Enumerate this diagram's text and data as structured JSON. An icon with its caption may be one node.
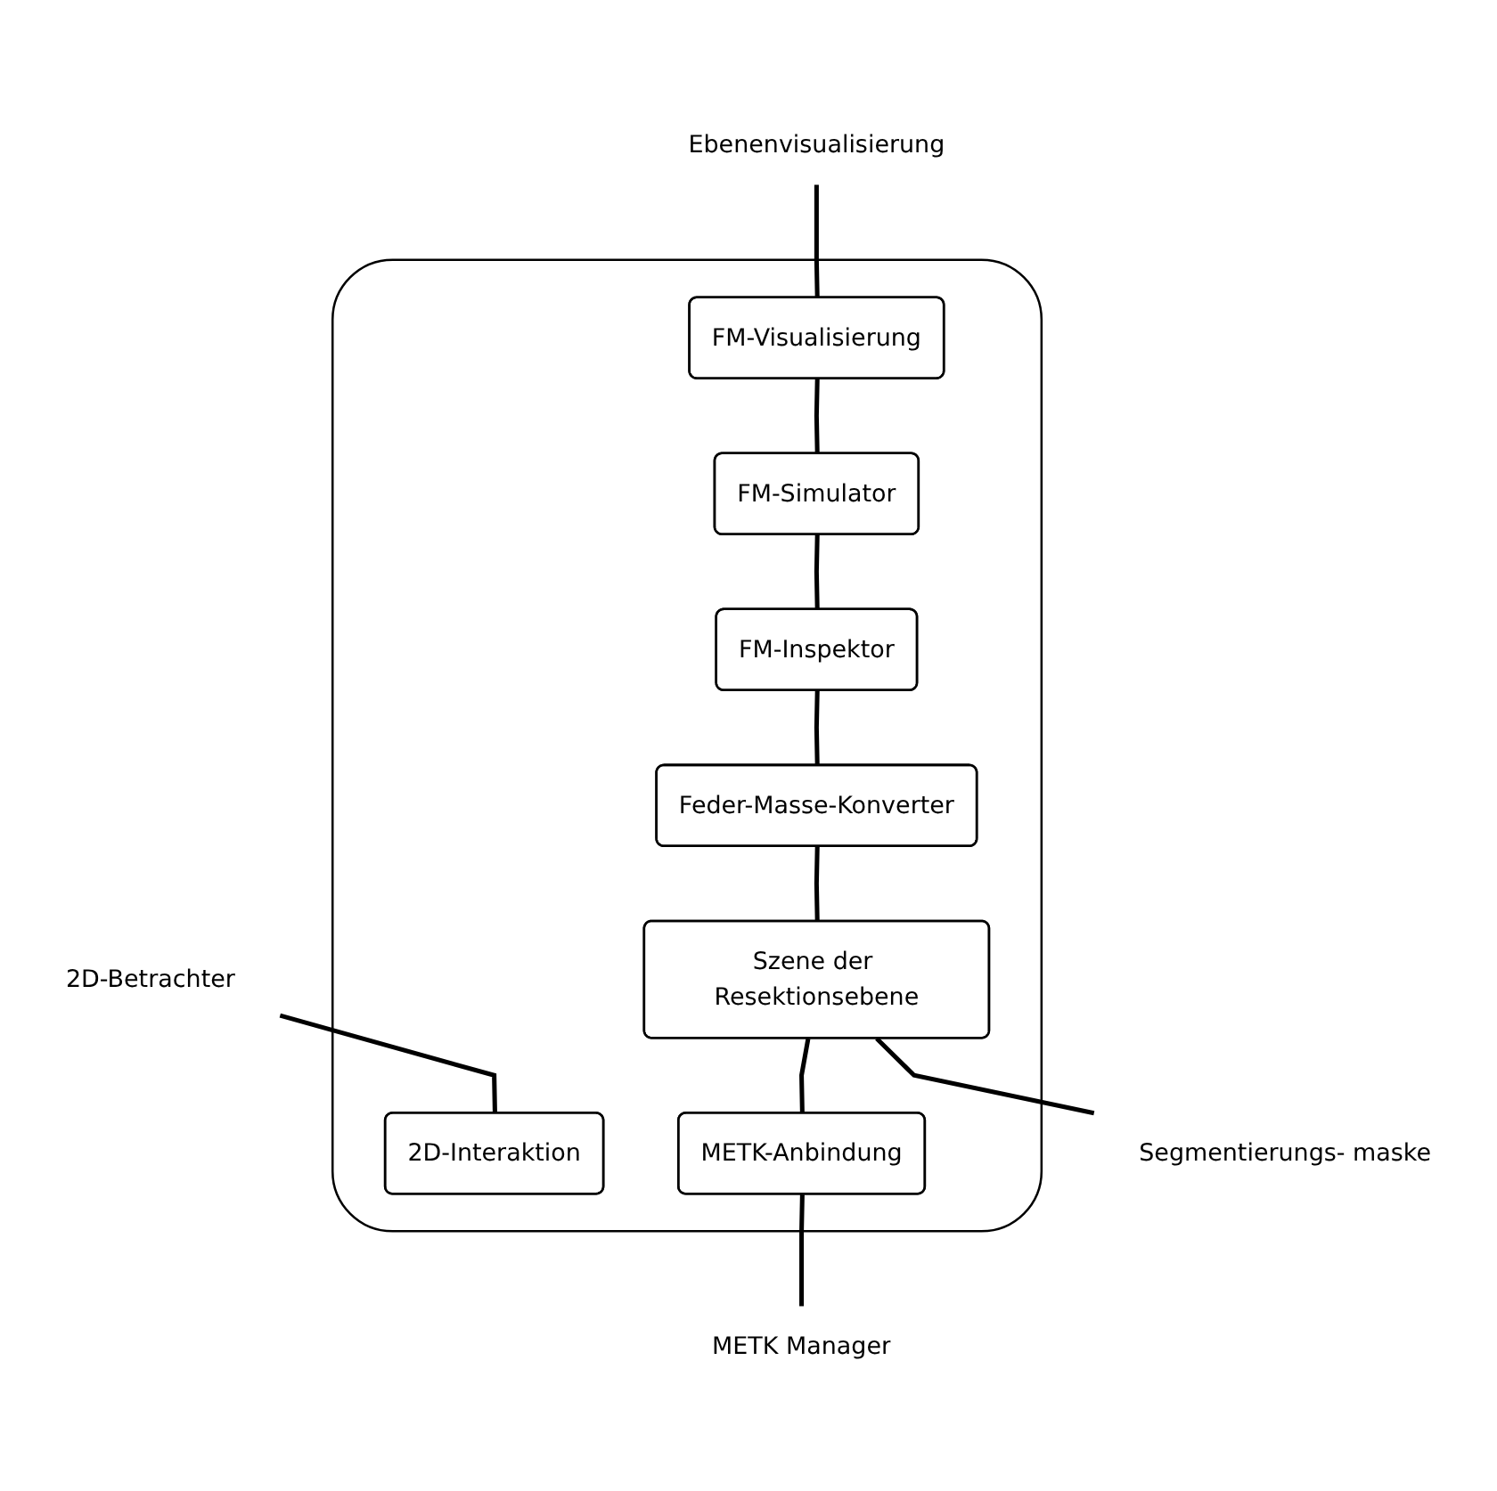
{
  "diagram": {
    "nodes": [
      {
        "text": [
          "Ebenenvisualisierung"
        ]
      },
      {
        "text": [
          "2D-Betrachter"
        ]
      },
      {
        "text": [],
        "shape": "box"
      },
      {
        "text": [
          "FM-Visualisierung"
        ],
        "in": 2
      },
      {
        "text": [
          "2D-Interaktion"
        ],
        "in": 2
      },
      {
        "text": [
          "FM-Simulator"
        ],
        "in": 2
      },
      {
        "text": [
          "FM-Inspektor"
        ],
        "in": 2
      },
      {
        "text": [
          "Feder-Masse-Konverter"
        ],
        "in": 2
      },
      {
        "text": [
          "Szene der Resektionsebene"
        ],
        "in": 2
      },
      {
        "text": [
          "METK-Anbindung"
        ],
        "in": 2
      },
      {
        "text": [
          "Segmentierungs- maske"
        ]
      },
      {
        "text": [
          "METK Manager"
        ]
      }
    ],
    "edges": [
      {
        "from": 0,
        "to": 3,
        "arrow": "none"
      },
      {
        "from": 1,
        "to": 4,
        "arrow": "none"
      },
      {
        "from": 3,
        "to": 5,
        "arrow": "none"
      },
      {
        "from": 5,
        "to": 6,
        "arrow": "none"
      },
      {
        "from": 6,
        "to": 7,
        "arrow": "none"
      },
      {
        "from": 7,
        "to": 8,
        "arrow": "none"
      },
      {
        "from": 8,
        "to": 9,
        "arrow": "none"
      },
      {
        "from": 8,
        "to": 10,
        "arrow": "none"
      },
      {
        "from": 9,
        "to": 11,
        "arrow": "none"
      }
    ]
  }
}
